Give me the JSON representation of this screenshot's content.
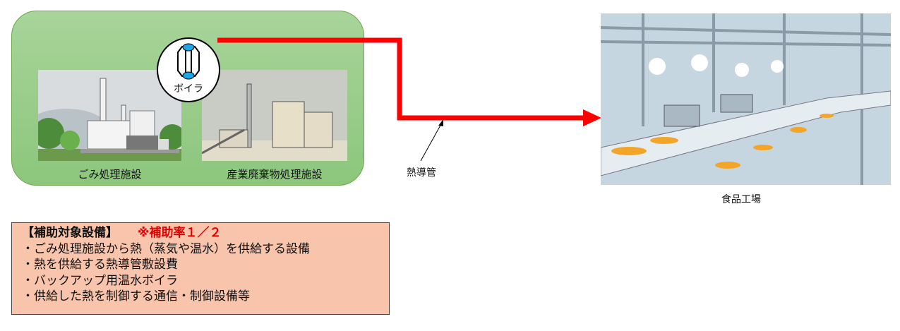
{
  "site": {
    "boiler_label": "ボイラ",
    "facility1": "ごみ処理施設",
    "facility2": "産業廃棄物処理施設"
  },
  "pipe": {
    "label": "熱導管",
    "color": "#ff0000"
  },
  "factory": {
    "label": "食品工場"
  },
  "info": {
    "heading": "【補助対象設備】",
    "rate": "※補助率１／２",
    "items": [
      "・ごみ処理施設から熱（蒸気や温水）を供給する設備",
      "・熱を供給する熱導管敷設費",
      "・バックアップ用温水ボイラ",
      "・供給した熱を制御する通信・制御設備等"
    ]
  }
}
